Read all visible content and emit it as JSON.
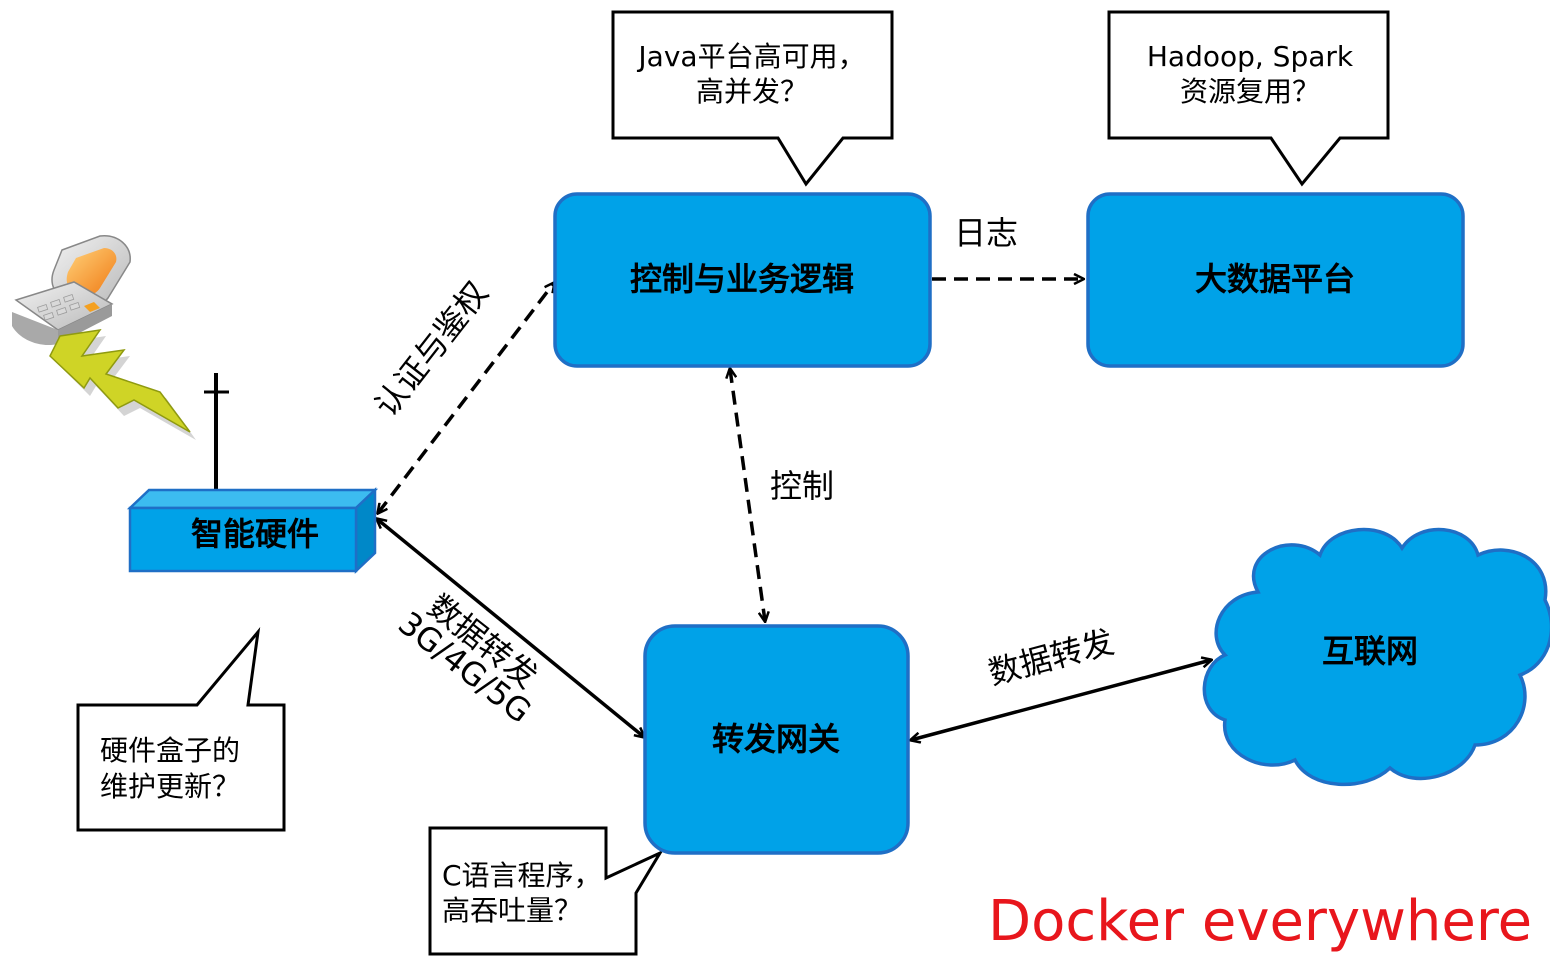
{
  "nodes": {
    "control": "控制与业务逻辑",
    "bigdata": "大数据平台",
    "hardware": "智能硬件",
    "gateway": "转发网关",
    "internet": "互联网"
  },
  "edges": {
    "log": "日志",
    "auth": "认证与鉴权",
    "ctrl": "控制",
    "forward_hw": [
      "数据转发",
      "3G/4G/5G"
    ],
    "forward_net": "数据转发"
  },
  "callouts": {
    "java": [
      "Java平台高可用，",
      "高并发？"
    ],
    "hadoop": [
      "Hadoop, Spark",
      "资源复用？"
    ],
    "hw_box": [
      "硬件盒子的",
      "维护更新？"
    ],
    "c_lang": [
      "C语言程序，",
      "高吞吐量？"
    ]
  },
  "footer": "Docker everywhere",
  "colors": {
    "node_fill": "#00a2e8",
    "node_stroke": "#1f6fc6",
    "accent_text": "#e8161c"
  }
}
